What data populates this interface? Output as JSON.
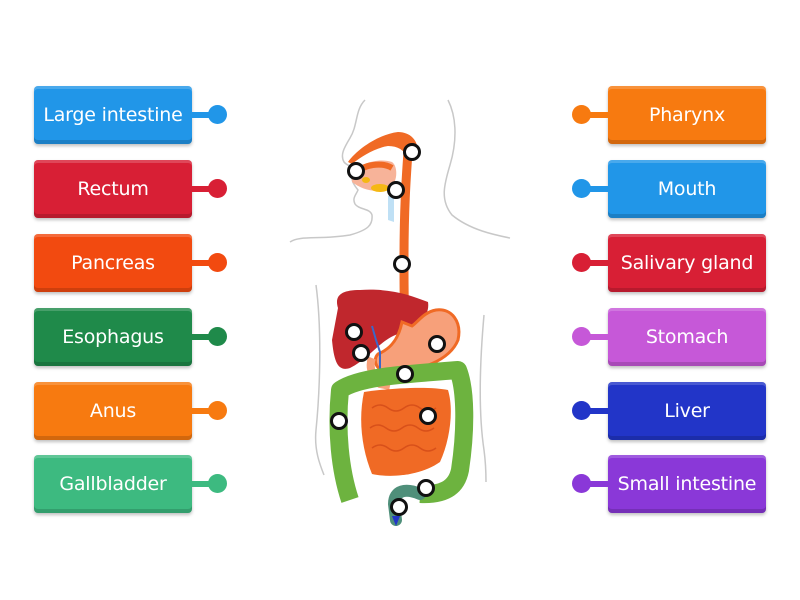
{
  "activity": {
    "type": "labelled diagram",
    "subject": "Human digestive system"
  },
  "left_labels": [
    {
      "text": "Large intestine",
      "color": "#2196e8"
    },
    {
      "text": "Rectum",
      "color": "#d81f35"
    },
    {
      "text": "Pancreas",
      "color": "#f24a10"
    },
    {
      "text": "Esophagus",
      "color": "#1f8a4a"
    },
    {
      "text": "Anus",
      "color": "#f77a10"
    },
    {
      "text": "Gallbladder",
      "color": "#3dba80"
    }
  ],
  "right_labels": [
    {
      "text": "Pharynx",
      "color": "#f77a10"
    },
    {
      "text": "Mouth",
      "color": "#2196e8"
    },
    {
      "text": "Salivary gland",
      "color": "#d81f35"
    },
    {
      "text": "Stomach",
      "color": "#c658d8"
    },
    {
      "text": "Liver",
      "color": "#2235c8"
    },
    {
      "text": "Small intestine",
      "color": "#8a38d8"
    }
  ],
  "drop_targets_count": 12
}
